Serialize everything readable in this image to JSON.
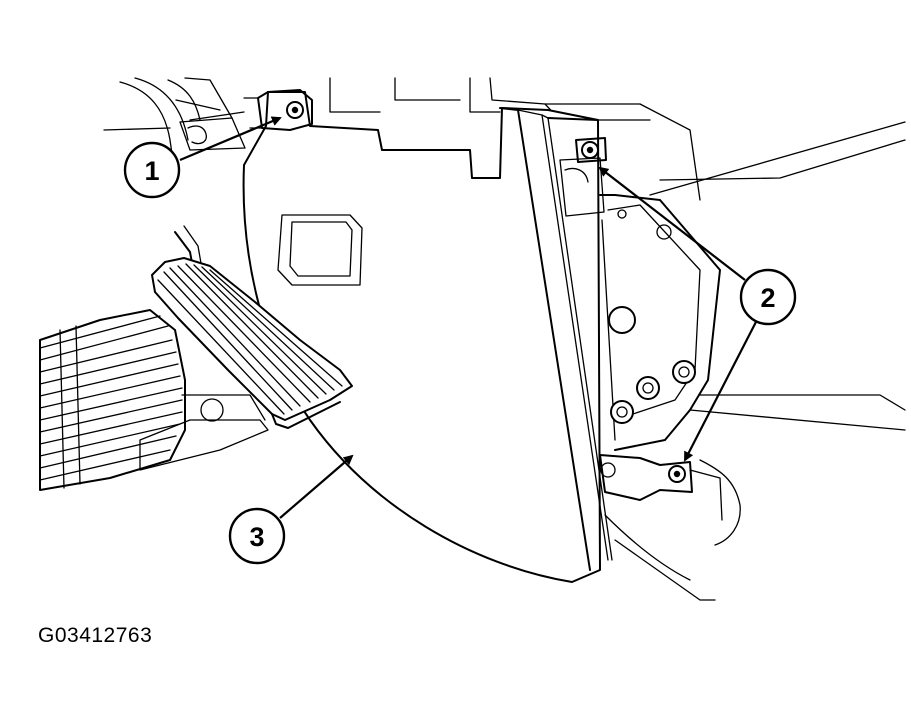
{
  "figure": {
    "id_text": "G03412763",
    "callouts": [
      {
        "number": "1"
      },
      {
        "number": "2"
      },
      {
        "number": "3"
      }
    ]
  },
  "colors": {
    "line": "#000000",
    "background": "#ffffff"
  }
}
